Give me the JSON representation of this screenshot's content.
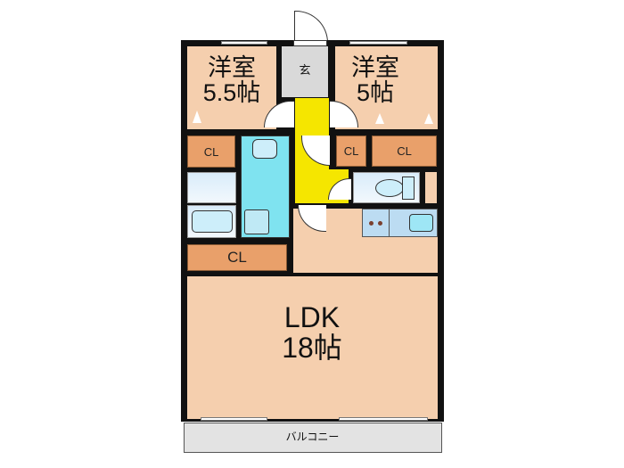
{
  "floorplan": {
    "rooms": [
      {
        "id": "western-room-1",
        "name": "洋室",
        "size": "5.5帖"
      },
      {
        "id": "western-room-2",
        "name": "洋室",
        "size": "5帖"
      },
      {
        "id": "entrance",
        "name": "玄"
      },
      {
        "id": "ldk",
        "name": "LDK",
        "size": "18帖"
      },
      {
        "id": "balcony",
        "name": "バルコニー"
      }
    ],
    "closets": [
      "CL",
      "CL",
      "CL",
      "CL"
    ],
    "colors": {
      "room": "#f5cfae",
      "closet": "#e9a06a",
      "hallway": "#f5e600",
      "washroom": "#7fe3f0",
      "entrance": "#d9d9d9",
      "balcony": "#e3e3e3",
      "wall": "#111111"
    }
  }
}
